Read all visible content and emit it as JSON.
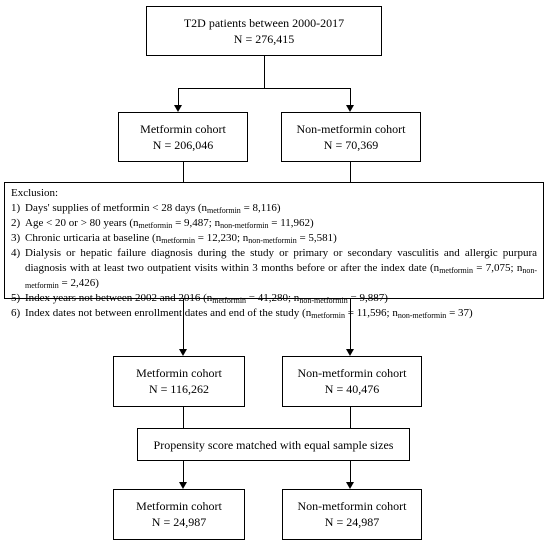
{
  "top": {
    "line1": "T2D patients between 2000-2017",
    "line2": "N = 276,415"
  },
  "initial_cohorts": {
    "metformin": {
      "line1": "Metformin cohort",
      "line2": "N = 206,046"
    },
    "non_metformin": {
      "line1": "Non-metformin cohort",
      "line2": "N = 70,369"
    }
  },
  "exclusion": {
    "title": "Exclusion:",
    "items": [
      {
        "num": "1)",
        "parts": [
          "Days' supplies of metformin < 28 days (n",
          "metformin",
          " = 8,116)"
        ]
      },
      {
        "num": "2)",
        "parts": [
          "Age < 20 or > 80 years (n",
          "metformin",
          " = 9,487; n",
          "non-metformin",
          " = 11,962)"
        ]
      },
      {
        "num": "3)",
        "parts": [
          "Chronic urticaria at baseline (n",
          "metformin",
          " = 12,230; n",
          "non-metformin",
          " = 5,581)"
        ]
      },
      {
        "num": "4)",
        "parts": [
          "Dialysis or hepatic failure diagnosis during the study or primary or secondary vasculitis and allergic purpura diagnosis with at least two outpatient visits within 3 months before or after the index date (n",
          "metformin",
          " = 7,075; n",
          "non-metformin",
          " = 2,426)"
        ]
      },
      {
        "num": "5)",
        "parts": [
          "Index years not between 2002 and 2016 (n",
          "metformin",
          " = 41,280; n",
          "non-metformin",
          " = 9,887)"
        ]
      },
      {
        "num": "6)",
        "parts": [
          "Index dates not between enrollment dates and end of the study (n",
          "metformin",
          " = 11,596; n",
          "non-metformin",
          " = 37)"
        ]
      }
    ]
  },
  "post_exclusion_cohorts": {
    "metformin": {
      "line1": "Metformin cohort",
      "line2": "N = 116,262"
    },
    "non_metformin": {
      "line1": "Non-metformin cohort",
      "line2": "N = 40,476"
    }
  },
  "matching": {
    "label": "Propensity score matched with equal sample sizes"
  },
  "matched_cohorts": {
    "metformin": {
      "line1": "Metformin cohort",
      "line2": "N = 24,987"
    },
    "non_metformin": {
      "line1": "Non-metformin cohort",
      "line2": "N = 24,987"
    }
  }
}
